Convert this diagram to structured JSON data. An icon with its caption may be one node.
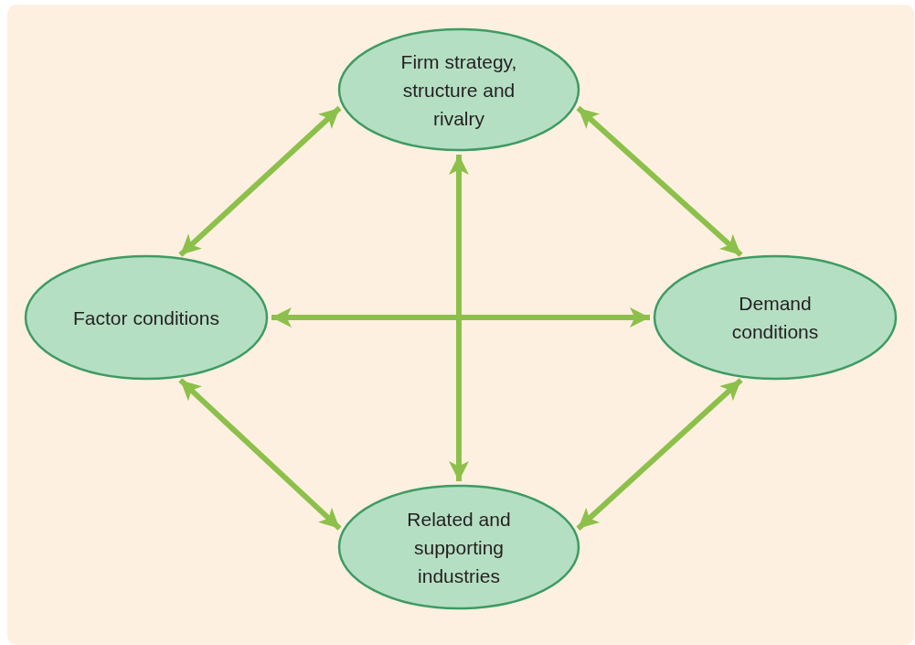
{
  "diagram": {
    "nodes": [
      {
        "text": [
          "Firm strategy, structure and rivalry"
        ]
      },
      {
        "text": [
          "Factor conditions"
        ]
      },
      {
        "text": [
          "Demand conditions"
        ]
      },
      {
        "text": [
          "Related and supporting industries"
        ]
      }
    ],
    "edges": [
      {
        "from": 0,
        "to": 1,
        "arrow": "both"
      },
      {
        "from": 0,
        "to": 2,
        "arrow": "both"
      },
      {
        "from": 1,
        "to": 2,
        "arrow": "both"
      },
      {
        "from": 0,
        "to": 3,
        "arrow": "both"
      },
      {
        "from": 1,
        "to": 3,
        "arrow": "both"
      },
      {
        "from": 2,
        "to": 3,
        "arrow": "both"
      }
    ]
  }
}
